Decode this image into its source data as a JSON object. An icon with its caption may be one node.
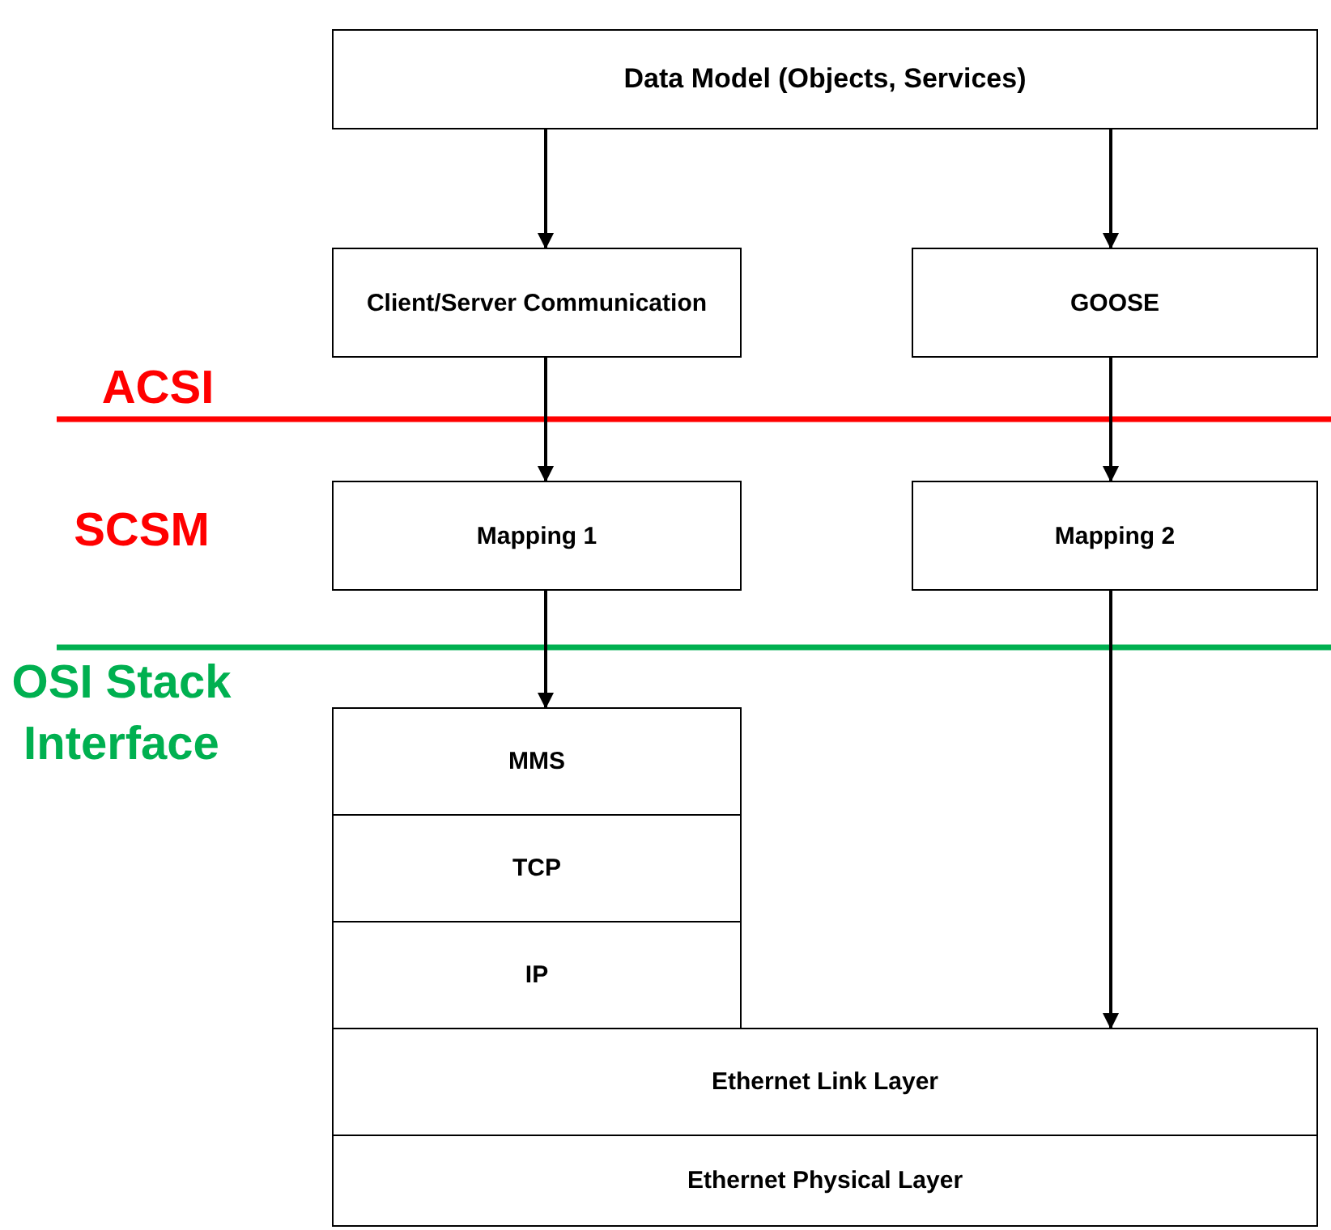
{
  "diagram": {
    "nodes": [
      {
        "text": [
          "Data Model (Objects, Services)"
        ]
      },
      {
        "text": [
          "Client/Server Communication"
        ]
      },
      {
        "text": [
          "GOOSE"
        ]
      },
      {
        "text": [
          "Mapping 1"
        ]
      },
      {
        "text": [
          "Mapping 2"
        ]
      },
      {
        "text": [
          "MMS"
        ]
      },
      {
        "text": [
          "TCP"
        ]
      },
      {
        "text": [
          "IP"
        ]
      },
      {
        "text": [
          "Ethernet Link Layer"
        ]
      },
      {
        "text": [
          "Ethernet Physical Layer"
        ]
      }
    ],
    "edges": [
      {
        "from": 0,
        "to": 1,
        "arrow": "to"
      },
      {
        "from": 0,
        "to": 2,
        "arrow": "to"
      },
      {
        "from": 1,
        "to": 3,
        "arrow": "to"
      },
      {
        "from": 2,
        "to": 4,
        "arrow": "to"
      },
      {
        "from": 3,
        "to": 5,
        "arrow": "to"
      },
      {
        "from": 4,
        "to": 8,
        "arrow": "to"
      }
    ],
    "labels": [
      "ACSI",
      "SCSM",
      "OSI Stack Interface"
    ]
  }
}
